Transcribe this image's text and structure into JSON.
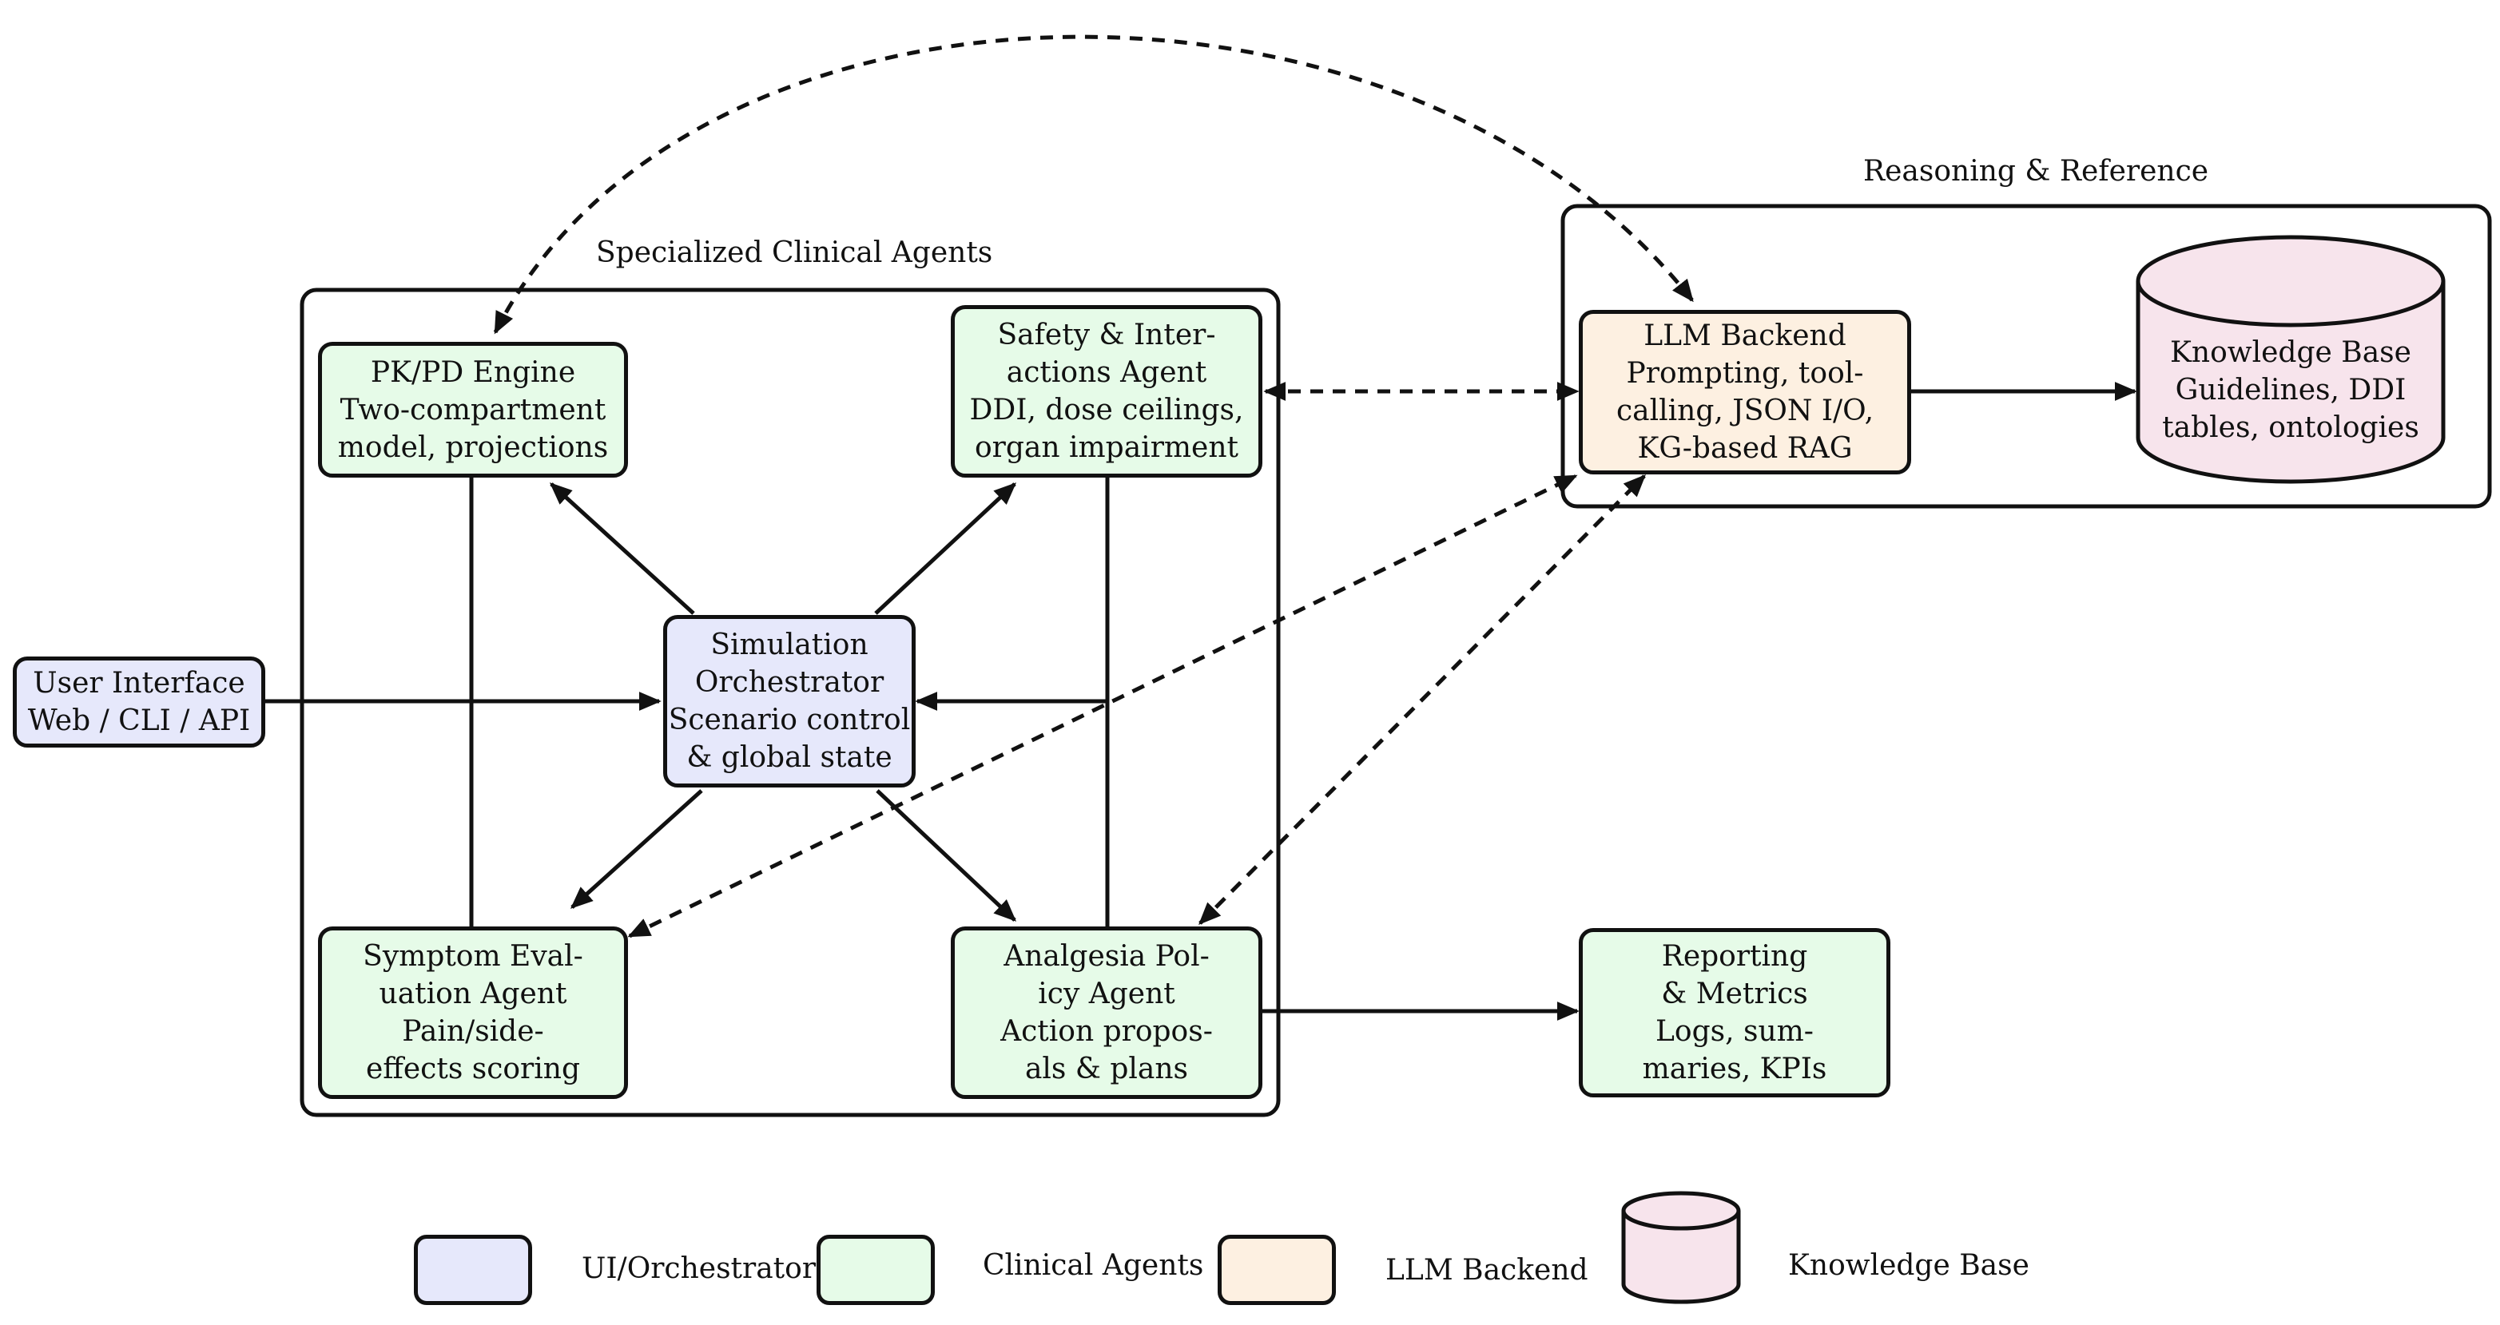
{
  "groups": {
    "clinical": {
      "title": "Specialized Clinical Agents"
    },
    "reasoning": {
      "title": "Reasoning & Reference"
    }
  },
  "nodes": {
    "ui": {
      "lines": [
        "User Interface",
        "Web / CLI / API"
      ]
    },
    "orchestrator": {
      "lines": [
        "Simulation",
        "Orchestrator",
        "Scenario control",
        "& global state"
      ]
    },
    "pkpd": {
      "lines": [
        "PK/PD Engine",
        "Two-compartment",
        "model, projections"
      ]
    },
    "safety": {
      "lines": [
        "Safety & Inter-",
        "actions Agent",
        "DDI, dose ceilings,",
        "organ impairment"
      ]
    },
    "symptom": {
      "lines": [
        "Symptom Eval-",
        "uation Agent",
        "Pain/side-",
        "effects scoring"
      ]
    },
    "analgesia": {
      "lines": [
        "Analgesia Pol-",
        "icy Agent",
        "Action propos-",
        "als & plans"
      ]
    },
    "llm": {
      "lines": [
        "LLM Backend",
        "Prompting, tool-",
        "calling, JSON I/O,",
        "KG-based RAG"
      ]
    },
    "kb": {
      "lines": [
        "Knowledge Base",
        "Guidelines, DDI",
        "tables, ontologies"
      ]
    },
    "reporting": {
      "lines": [
        "Reporting",
        "& Metrics",
        "Logs, sum-",
        "maries, KPIs"
      ]
    }
  },
  "legend": [
    {
      "label": "UI/Orchestrator",
      "shape": "box",
      "color": "#e6e8fb"
    },
    {
      "label": "Clinical Agents",
      "shape": "box",
      "color": "#e6fbe8"
    },
    {
      "label": "LLM Backend",
      "shape": "box",
      "color": "#fdf0e1"
    },
    {
      "label": "Knowledge Base",
      "shape": "cylinder",
      "color": "#f7e4ec"
    }
  ],
  "colors": {
    "ui": "#e6e8fb",
    "clinical": "#e6fbe8",
    "llm": "#fdf0e1",
    "knowledge_base": "#f7e4ec",
    "stroke": "#111111"
  }
}
